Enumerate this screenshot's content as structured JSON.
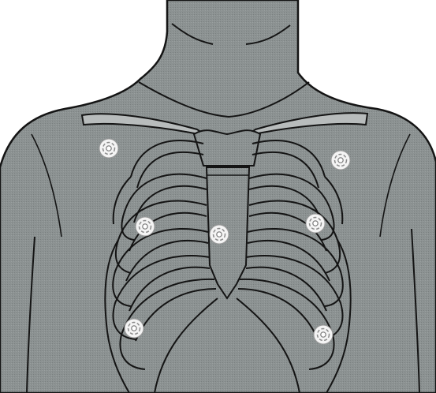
{
  "figure": {
    "subject": "chest-torso-electrode-placement",
    "colors": {
      "background": "#ffffff",
      "skin": "#8a9090",
      "line": "#141414",
      "electrode": "#f4f4f4"
    },
    "electrode_count": 7,
    "electrodes": [
      {
        "id": "right-infraclavicular",
        "icon": "electrode-snap-icon"
      },
      {
        "id": "left-infraclavicular",
        "icon": "electrode-snap-icon"
      },
      {
        "id": "right-mid-chest",
        "icon": "electrode-snap-icon"
      },
      {
        "id": "sternum",
        "icon": "electrode-snap-icon"
      },
      {
        "id": "left-mid-chest",
        "icon": "electrode-snap-icon"
      },
      {
        "id": "right-lower-rib",
        "icon": "electrode-snap-icon"
      },
      {
        "id": "left-lower-rib",
        "icon": "electrode-snap-icon"
      }
    ]
  }
}
